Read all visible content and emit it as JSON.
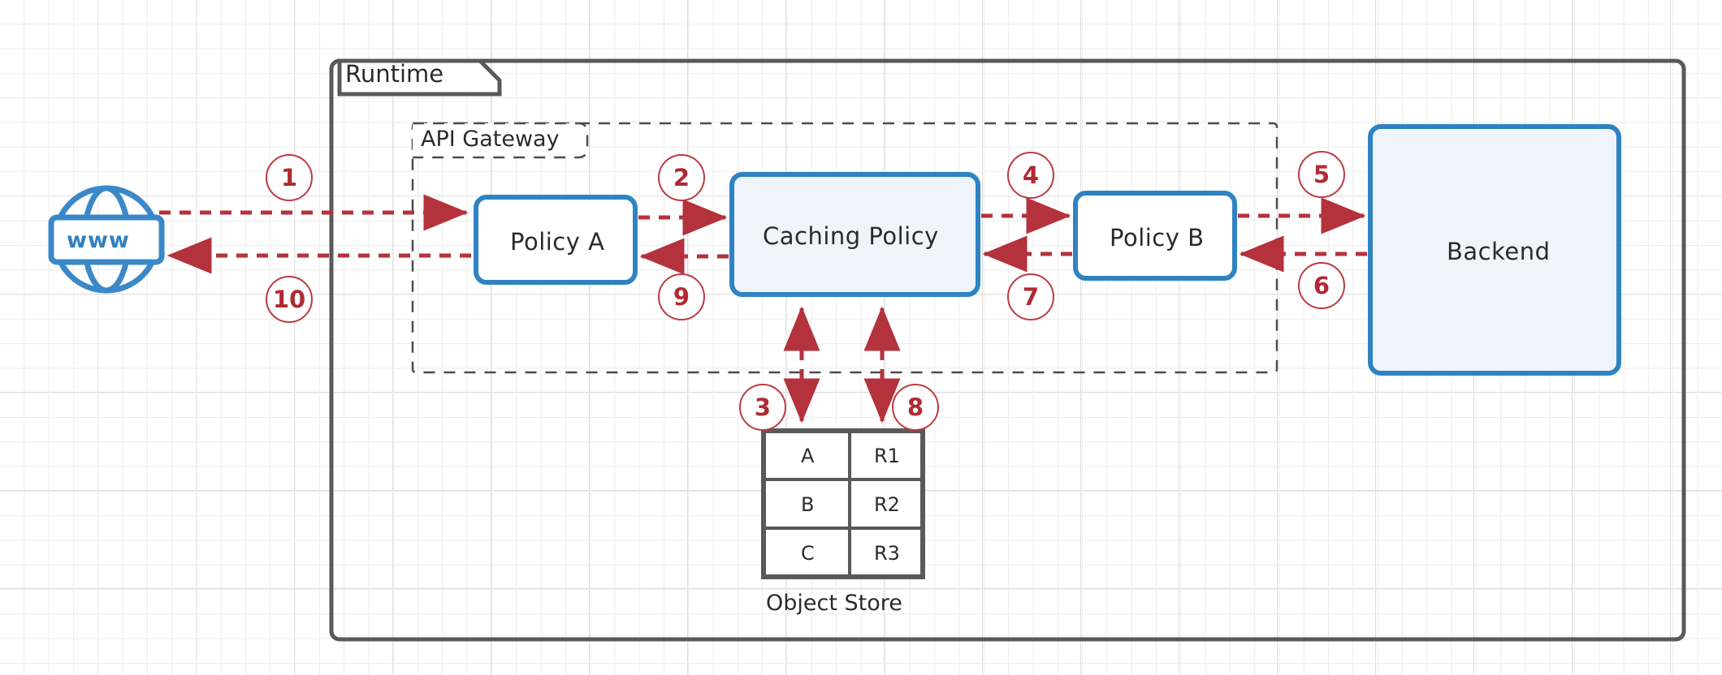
{
  "diagram": {
    "title_container": "Runtime",
    "subgroup": "API Gateway",
    "nodes": {
      "client": {
        "icon": "globe-www-icon",
        "text": "www"
      },
      "policy_a": "Policy A",
      "caching_policy": "Caching Policy",
      "policy_b": "Policy B",
      "backend": "Backend"
    },
    "object_store": {
      "caption": "Object Store",
      "rows": [
        {
          "key": "A",
          "value": "R1"
        },
        {
          "key": "B",
          "value": "R2"
        },
        {
          "key": "C",
          "value": "R3"
        }
      ]
    },
    "steps": [
      {
        "n": "1"
      },
      {
        "n": "2"
      },
      {
        "n": "3"
      },
      {
        "n": "4"
      },
      {
        "n": "5"
      },
      {
        "n": "6"
      },
      {
        "n": "7"
      },
      {
        "n": "8"
      },
      {
        "n": "9"
      },
      {
        "n": "10"
      }
    ],
    "colors": {
      "accent_blue": "#2E83C2",
      "fill_blue": "#eef4fa",
      "arrow_red": "#b4323c",
      "container_gray": "#595959",
      "text": "#2b2b2b"
    }
  }
}
